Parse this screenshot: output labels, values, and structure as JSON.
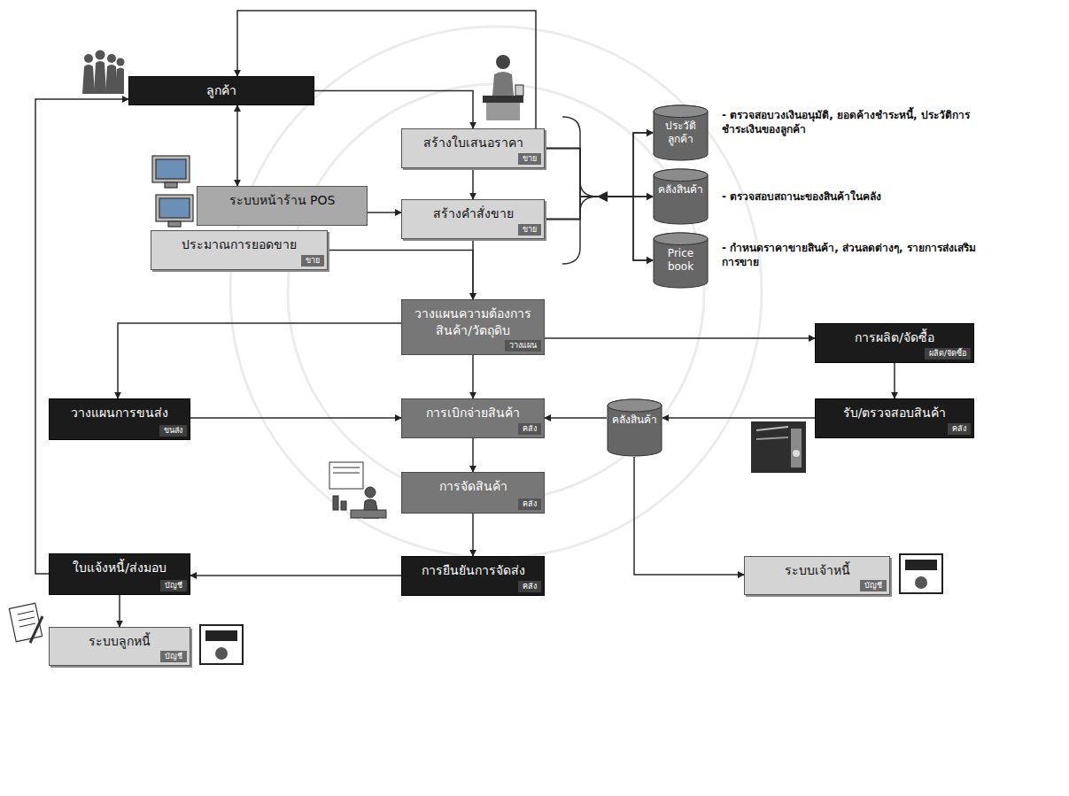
{
  "diagram": {
    "nodes": [
      {
        "text": [
          "ลูกค้า"
        ]
      },
      {
        "text": [
          "สร้างใบเสนอราคา",
          "ขาย"
        ]
      },
      {
        "text": [
          "ระบบหน้าร้าน POS"
        ]
      },
      {
        "text": [
          "สร้างคำสั่งขาย",
          "ขาย"
        ]
      },
      {
        "text": [
          "ประมาณการยอดขาย",
          "ขาย"
        ]
      },
      {
        "text": [
          "ประวัติลูกค้า"
        ]
      },
      {
        "text": [
          "คลังสินค้า"
        ]
      },
      {
        "text": [
          "Price book"
        ]
      },
      {
        "text": [
          "วางแผนความต้องการสินค้า/วัตถุดิบ",
          "วางแผน"
        ]
      },
      {
        "text": [
          "การผลิต/จัดซื้อ",
          "ผลิต/จัดซื้อ"
        ]
      },
      {
        "text": [
          "วางแผนการขนส่ง",
          "ขนส่ง"
        ]
      },
      {
        "text": [
          "การเบิกจ่ายสินค้า",
          "คลัง"
        ]
      },
      {
        "text": [
          "คลังสินค้า"
        ]
      },
      {
        "text": [
          "รับ/ตรวจสอบสินค้า",
          "คลัง"
        ]
      },
      {
        "text": [
          "การจัดสินค้า",
          "คลัง"
        ]
      },
      {
        "text": [
          "ใบแจ้งหนี้/ส่งมอบ",
          "บัญชี"
        ]
      },
      {
        "text": [
          "การยืนยันการจัดส่ง",
          "คลัง"
        ]
      },
      {
        "text": [
          "ระบบเจ้าหนี้",
          "บัญชี"
        ]
      },
      {
        "text": [
          "ระบบลูกหนี้",
          "บัญชี"
        ]
      }
    ],
    "edges": [
      {
        "from": 0,
        "to": 1,
        "arrow": "to"
      },
      {
        "from": 1,
        "to": 0,
        "arrow": "to"
      },
      {
        "from": 0,
        "to": 2,
        "arrow": "both"
      },
      {
        "from": 2,
        "to": 3,
        "arrow": "to"
      },
      {
        "from": 1,
        "to": 3,
        "arrow": "to"
      },
      {
        "from": 4,
        "to": 8,
        "arrow": "to"
      },
      {
        "from": 3,
        "to": 8,
        "arrow": "to"
      },
      {
        "from": 1,
        "to": 5,
        "arrow": "to"
      },
      {
        "from": 1,
        "to": 6,
        "arrow": "to"
      },
      {
        "from": 1,
        "to": 7,
        "arrow": "to"
      },
      {
        "from": 3,
        "to": 5,
        "arrow": "to"
      },
      {
        "from": 3,
        "to": 6,
        "arrow": "to"
      },
      {
        "from": 3,
        "to": 7,
        "arrow": "to"
      },
      {
        "from": 8,
        "to": 9,
        "arrow": "to"
      },
      {
        "from": 8,
        "to": 10,
        "arrow": "to"
      },
      {
        "from": 8,
        "to": 11,
        "arrow": "to"
      },
      {
        "from": 10,
        "to": 11,
        "arrow": "to"
      },
      {
        "from": 9,
        "to": 13,
        "arrow": "to"
      },
      {
        "from": 13,
        "to": 12,
        "arrow": "to"
      },
      {
        "from": 12,
        "to": 11,
        "arrow": "to"
      },
      {
        "from": 12,
        "to": 17,
        "arrow": "to"
      },
      {
        "from": 11,
        "to": 14,
        "arrow": "to"
      },
      {
        "from": 14,
        "to": 16,
        "arrow": "to"
      },
      {
        "from": 16,
        "to": 15,
        "arrow": "to"
      },
      {
        "from": 15,
        "to": 18,
        "arrow": "to"
      },
      {
        "from": 15,
        "to": 0,
        "arrow": "to"
      }
    ],
    "labels": [
      "- ตรวจสอบวงเงินอนุมัติ, ยอดค้างชำระหนี้, ประวัติการชำระเงินของลูกค้า",
      "- ตรวจสอบสถานะของสินค้าในคลัง",
      "- กำหนดราคาขายสินค้า, ส่วนลดต่างๆ, รายการส่งเสริมการขาย"
    ]
  }
}
